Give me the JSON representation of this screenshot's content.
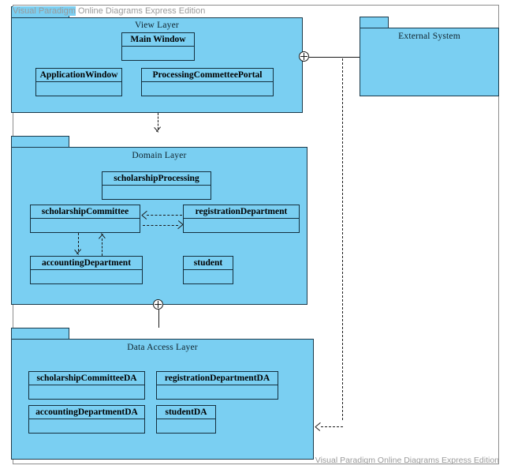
{
  "watermark": {
    "top_highlight": "Visual Paradigm",
    "top_rest": " Online Diagrams Express Edition",
    "bottom": "Visual Paradigm Online Diagrams Express Edition"
  },
  "colors": {
    "package_fill": "#7ACFF2",
    "package_border": "#1b3a4b",
    "class_border": "#14303f",
    "connector": "#1a1a1a",
    "watermark_text": "#9a9a9a",
    "canvas_border": "#8d8d8d"
  },
  "packages": [
    {
      "id": "view-layer",
      "title": "View Layer",
      "classes": [
        {
          "id": "main-window",
          "name": "Main Window"
        },
        {
          "id": "application-window",
          "name": "ApplicationWindow"
        },
        {
          "id": "processing-commettee-portal",
          "name": "ProcessingCommetteePortal"
        }
      ]
    },
    {
      "id": "external-system",
      "title": "External System",
      "classes": []
    },
    {
      "id": "domain-layer",
      "title": "Domain Layer",
      "classes": [
        {
          "id": "scholarship-processing",
          "name": "scholarshipProcessing"
        },
        {
          "id": "scholarship-committee",
          "name": "scholarshipCommittee"
        },
        {
          "id": "registration-department",
          "name": "registrationDepartment"
        },
        {
          "id": "accounting-department",
          "name": "accountingDepartment"
        },
        {
          "id": "student",
          "name": "student"
        }
      ]
    },
    {
      "id": "data-access-layer",
      "title": "Data Access Layer",
      "classes": [
        {
          "id": "scholarship-committee-da",
          "name": "scholarshipCommitteeDA"
        },
        {
          "id": "registration-department-da",
          "name": "registrationDepartmentDA"
        },
        {
          "id": "accounting-department-da",
          "name": "accountingDepartmentDA"
        },
        {
          "id": "student-da",
          "name": "studentDA"
        }
      ]
    }
  ],
  "connectors": [
    {
      "id": "view-to-domain",
      "type": "dependency",
      "from": "view-layer",
      "to": "domain-layer"
    },
    {
      "id": "domain-to-data-access",
      "type": "containment",
      "from": "domain-layer",
      "to": "data-access-layer"
    },
    {
      "id": "view-to-external-system",
      "type": "containment",
      "from": "view-layer",
      "to": "external-system"
    },
    {
      "id": "external-system-to-data-access",
      "type": "dependency",
      "from": "external-system",
      "to": "data-access-layer"
    },
    {
      "id": "committee-to-registration",
      "type": "dependency",
      "from": "scholarship-committee",
      "to": "registration-department"
    },
    {
      "id": "registration-to-committee",
      "type": "dependency",
      "from": "registration-department",
      "to": "scholarship-committee"
    },
    {
      "id": "committee-to-accounting",
      "type": "dependency",
      "from": "scholarship-committee",
      "to": "accounting-department"
    },
    {
      "id": "accounting-to-committee",
      "type": "dependency",
      "from": "accounting-department",
      "to": "scholarship-committee"
    }
  ]
}
